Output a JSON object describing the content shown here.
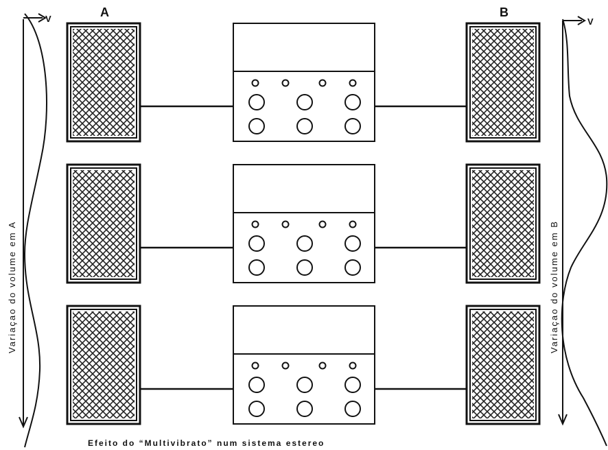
{
  "labels": {
    "speaker_a": "A",
    "speaker_b": "B",
    "axis_a_unit": "V",
    "axis_b_unit": "V",
    "axis_a_title": "Variaçao do volume em A",
    "axis_b_title": "Variaçao do volume em B",
    "caption": "Efeito do “Multivibrato”   num sistema estereo"
  },
  "rows": [
    {
      "id": "row-1"
    },
    {
      "id": "row-2"
    },
    {
      "id": "row-3"
    }
  ],
  "colors": {
    "ink": "#111111",
    "paper": "#ffffff"
  }
}
